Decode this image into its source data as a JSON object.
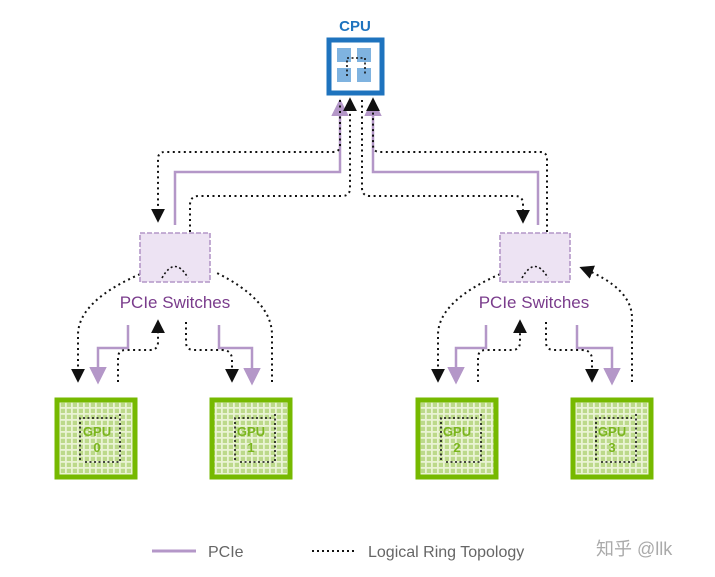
{
  "cpu": {
    "label": "CPU"
  },
  "switches": [
    {
      "label": "PCIe Switches"
    },
    {
      "label": "PCIe Switches"
    }
  ],
  "gpus": [
    {
      "label": "GPU",
      "index": "0"
    },
    {
      "label": "GPU",
      "index": "1"
    },
    {
      "label": "GPU",
      "index": "2"
    },
    {
      "label": "GPU",
      "index": "3"
    }
  ],
  "legend": {
    "pcie_label": "PCIe",
    "ring_label": "Logical Ring Topology"
  },
  "watermark": {
    "text": "知乎 @llk"
  },
  "colors": {
    "cpu_blue": "#1e73be",
    "cpu_chip": "#7fb3e0",
    "pcie_purple": "#b497c8",
    "switch_label": "#7a3c8c",
    "gpu_green": "#76b900",
    "gpu_label": "#7ab51d",
    "ring": "#111111",
    "legend_text": "#666666"
  }
}
